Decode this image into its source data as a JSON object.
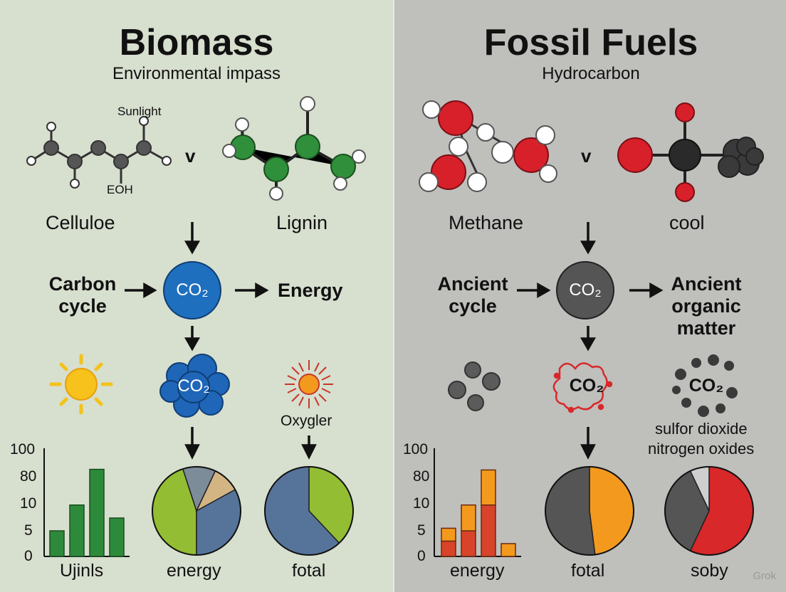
{
  "left": {
    "title": "Biomass",
    "subtitle": "Environmental impass",
    "molecule_annotation": "Sunlight",
    "molecule_formula": "EOH",
    "versus": "v",
    "molecule_a_label": "Celluloe",
    "molecule_b_label": "Lignin",
    "cycle_label": "Carbon cycle",
    "co2_center": "CO₂",
    "output_label": "Energy",
    "cloud_label": "CO₂",
    "sun2_label": "Oxygler",
    "bar_label": "Ujinls",
    "pie1_label": "energy",
    "pie2_label": "fotal"
  },
  "right": {
    "title": "Fossil Fuels",
    "subtitle": "Hydrocarbon",
    "versus": "v",
    "molecule_a_label": "Methane",
    "molecule_b_label": "cool",
    "cycle_label": "Ancient cycle",
    "co2_center": "CO₂",
    "output_label": "Ancient organic matter",
    "co2_ring1": "CO₂",
    "co2_ring2": "CO₂",
    "emissions_line1": "sulfor dioxide",
    "emissions_line2": "nitrogen oxides",
    "bar_label": "energy",
    "pie1_label": "fotal",
    "pie2_label": "soby"
  },
  "watermark": "Grok",
  "colors": {
    "biomass_bg": "#d7dfcf",
    "fossil_bg": "#bfbfbc",
    "co2_blue": "#1f6fbf",
    "co2_grey": "#555555",
    "green_bar": "#2d8a3a",
    "orange": "#f39a1e",
    "red": "#d8282a"
  },
  "chart_data": [
    {
      "type": "bar",
      "yticks": [
        "100",
        "80",
        "10",
        "5",
        "0"
      ],
      "values": [
        5,
        10.5,
        88,
        7.5
      ],
      "ylim": [
        0,
        100
      ],
      "xlabel": "Ujinls"
    },
    {
      "type": "pie",
      "xlabel": "energy",
      "slices": [
        {
          "value": 45,
          "color": "#93be33"
        },
        {
          "value": 12,
          "color": "#7d8c99"
        },
        {
          "value": 10,
          "color": "#d3b483"
        },
        {
          "value": 33,
          "color": "#56749a"
        }
      ]
    },
    {
      "type": "pie",
      "xlabel": "fotal",
      "slices": [
        {
          "value": 38,
          "color": "#93be33"
        },
        {
          "value": 62,
          "color": "#56749a"
        }
      ]
    },
    {
      "type": "bar",
      "stacked": true,
      "yticks": [
        "100",
        "80",
        "10",
        "5",
        "0"
      ],
      "xlabel": "energy",
      "series": [
        {
          "values": [
            3,
            5,
            10.5,
            0
          ]
        },
        {
          "values": [
            2.5,
            5.5,
            77,
            2.5
          ]
        }
      ],
      "ylim": [
        0,
        100
      ]
    },
    {
      "type": "pie",
      "xlabel": "fotal",
      "slices": [
        {
          "value": 48,
          "color": "#f39a1e"
        },
        {
          "value": 52,
          "color": "#555555"
        }
      ]
    },
    {
      "type": "pie",
      "xlabel": "soby",
      "slices": [
        {
          "value": 57,
          "color": "#d8282a"
        },
        {
          "value": 36,
          "color": "#555555"
        },
        {
          "value": 7,
          "color": "#cfcfcf"
        }
      ]
    }
  ]
}
